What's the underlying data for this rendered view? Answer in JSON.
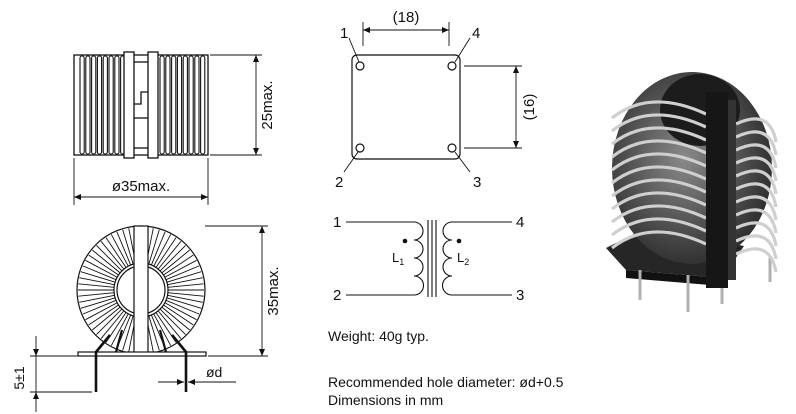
{
  "dimensions": {
    "body_height": "25max.",
    "body_diameter": "ø35max.",
    "overall_height": "35max.",
    "lead_length": "5±1",
    "lead_diameter": "ød",
    "pin_pitch_x": "(18)",
    "pin_pitch_y": "(16)"
  },
  "pins": {
    "p1": "1",
    "p2": "2",
    "p3": "3",
    "p4": "4"
  },
  "schematic": {
    "left_top": "1",
    "left_bottom": "2",
    "right_top": "4",
    "right_bottom": "3",
    "inductor_left": "L",
    "inductor_left_sub": "1",
    "inductor_right": "L",
    "inductor_right_sub": "2"
  },
  "notes": {
    "weight": "Weight: 40g typ.",
    "hole": "Recommended hole diameter: ød+0.5",
    "units": "Dimensions in mm"
  }
}
